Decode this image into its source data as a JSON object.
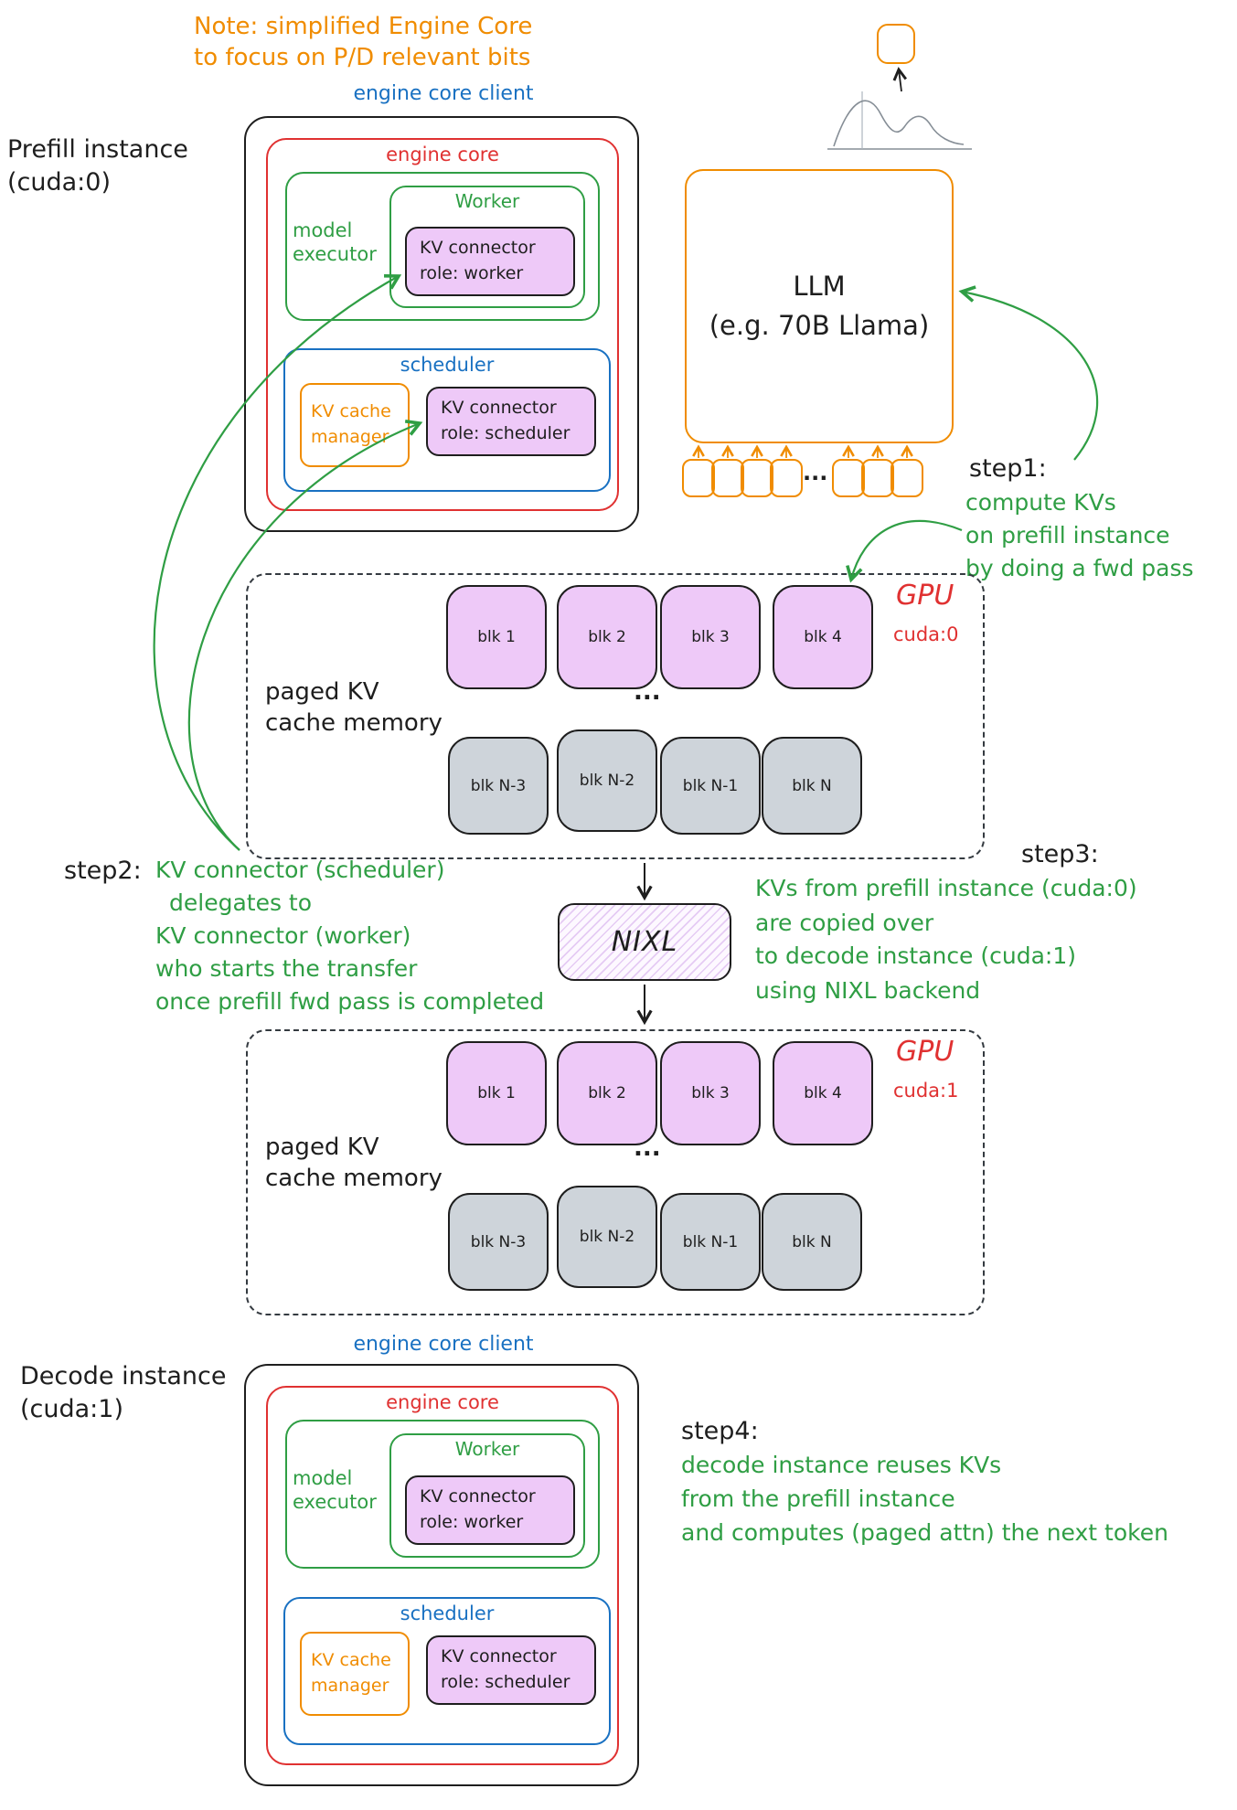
{
  "note": {
    "line1": "Note: simplified Engine Core",
    "line2": "to focus on P/D relevant bits"
  },
  "labels": {
    "engine_core_client": "engine core client",
    "engine_core": "engine core",
    "model_executor_line1": "model",
    "model_executor_line2": "executor",
    "worker": "Worker",
    "scheduler": "scheduler",
    "kv_cache_manager_line1": "KV cache",
    "kv_cache_manager_line2": "manager",
    "kv_connector_line1": "KV connector",
    "kv_connector_worker_role": "role: worker",
    "kv_connector_scheduler_role": "role: scheduler"
  },
  "prefill": {
    "title_line1": "Prefill instance",
    "title_line2": "(cuda:0)"
  },
  "decode": {
    "title_line1": "Decode instance",
    "title_line2": "(cuda:1)"
  },
  "llm": {
    "line1": "LLM",
    "line2": "(e.g. 70B Llama)"
  },
  "ellipsis": "...",
  "gpu0": {
    "mem_line1": "paged KV",
    "mem_line2": "cache memory",
    "gpu": "GPU",
    "cuda": "cuda:0",
    "top_blocks": [
      "blk 1",
      "blk 2",
      "blk 3",
      "blk 4"
    ],
    "bottom_blocks": [
      "blk N-3",
      "blk N-2",
      "blk N-1",
      "blk N"
    ]
  },
  "gpu1": {
    "mem_line1": "paged KV",
    "mem_line2": "cache memory",
    "gpu": "GPU",
    "cuda": "cuda:1",
    "top_blocks": [
      "blk 1",
      "blk 2",
      "blk 3",
      "blk 4"
    ],
    "bottom_blocks": [
      "blk N-3",
      "blk N-2",
      "blk N-1",
      "blk N"
    ]
  },
  "nixl": {
    "label": "NIXL"
  },
  "step1": {
    "label": "step1:",
    "lines": [
      "compute KVs",
      "on prefill instance",
      "by doing a fwd pass"
    ]
  },
  "step2": {
    "label": "step2:",
    "lines": [
      "KV connector (scheduler)",
      "delegates to",
      "KV connector (worker)",
      "who starts the transfer",
      "once prefill fwd pass is completed"
    ]
  },
  "step3": {
    "label": "step3:",
    "lines": [
      "KVs from prefill instance (cuda:0)",
      "are copied over",
      "to decode instance (cuda:1)",
      "using NIXL backend"
    ]
  },
  "step4": {
    "label": "step4:",
    "lines": [
      "decode instance reuses KVs",
      "from the prefill instance",
      "and computes (paged attn) the next token"
    ]
  },
  "colors": {
    "orange": "#f08c00",
    "red": "#e03131",
    "green": "#2f9e44",
    "blue": "#1971c2",
    "purple_fill": "#eec9f8",
    "gray_fill": "#ced4da",
    "ink": "#1e1e1e"
  }
}
